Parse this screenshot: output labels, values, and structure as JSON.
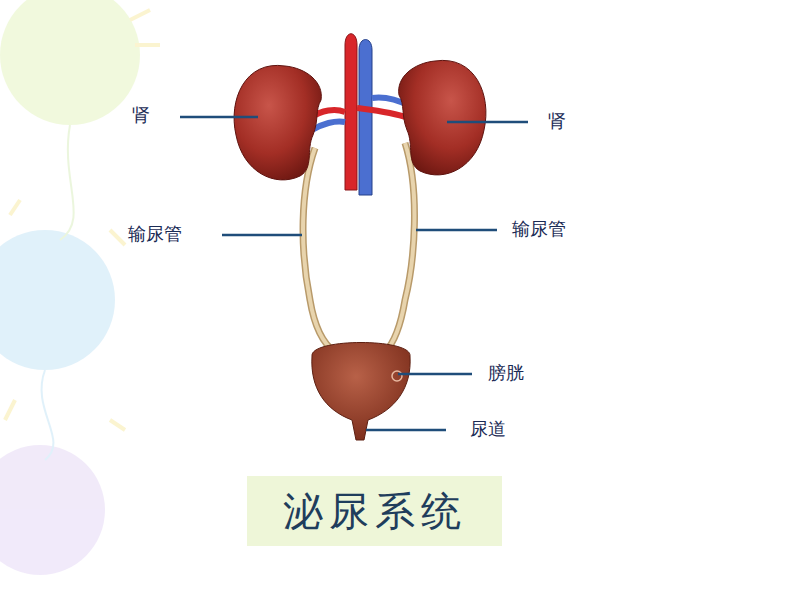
{
  "diagram": {
    "title": "泌尿系统",
    "labels": [
      "肾",
      "肾",
      "输尿管",
      "输尿管",
      "膀胱",
      "尿道"
    ]
  }
}
